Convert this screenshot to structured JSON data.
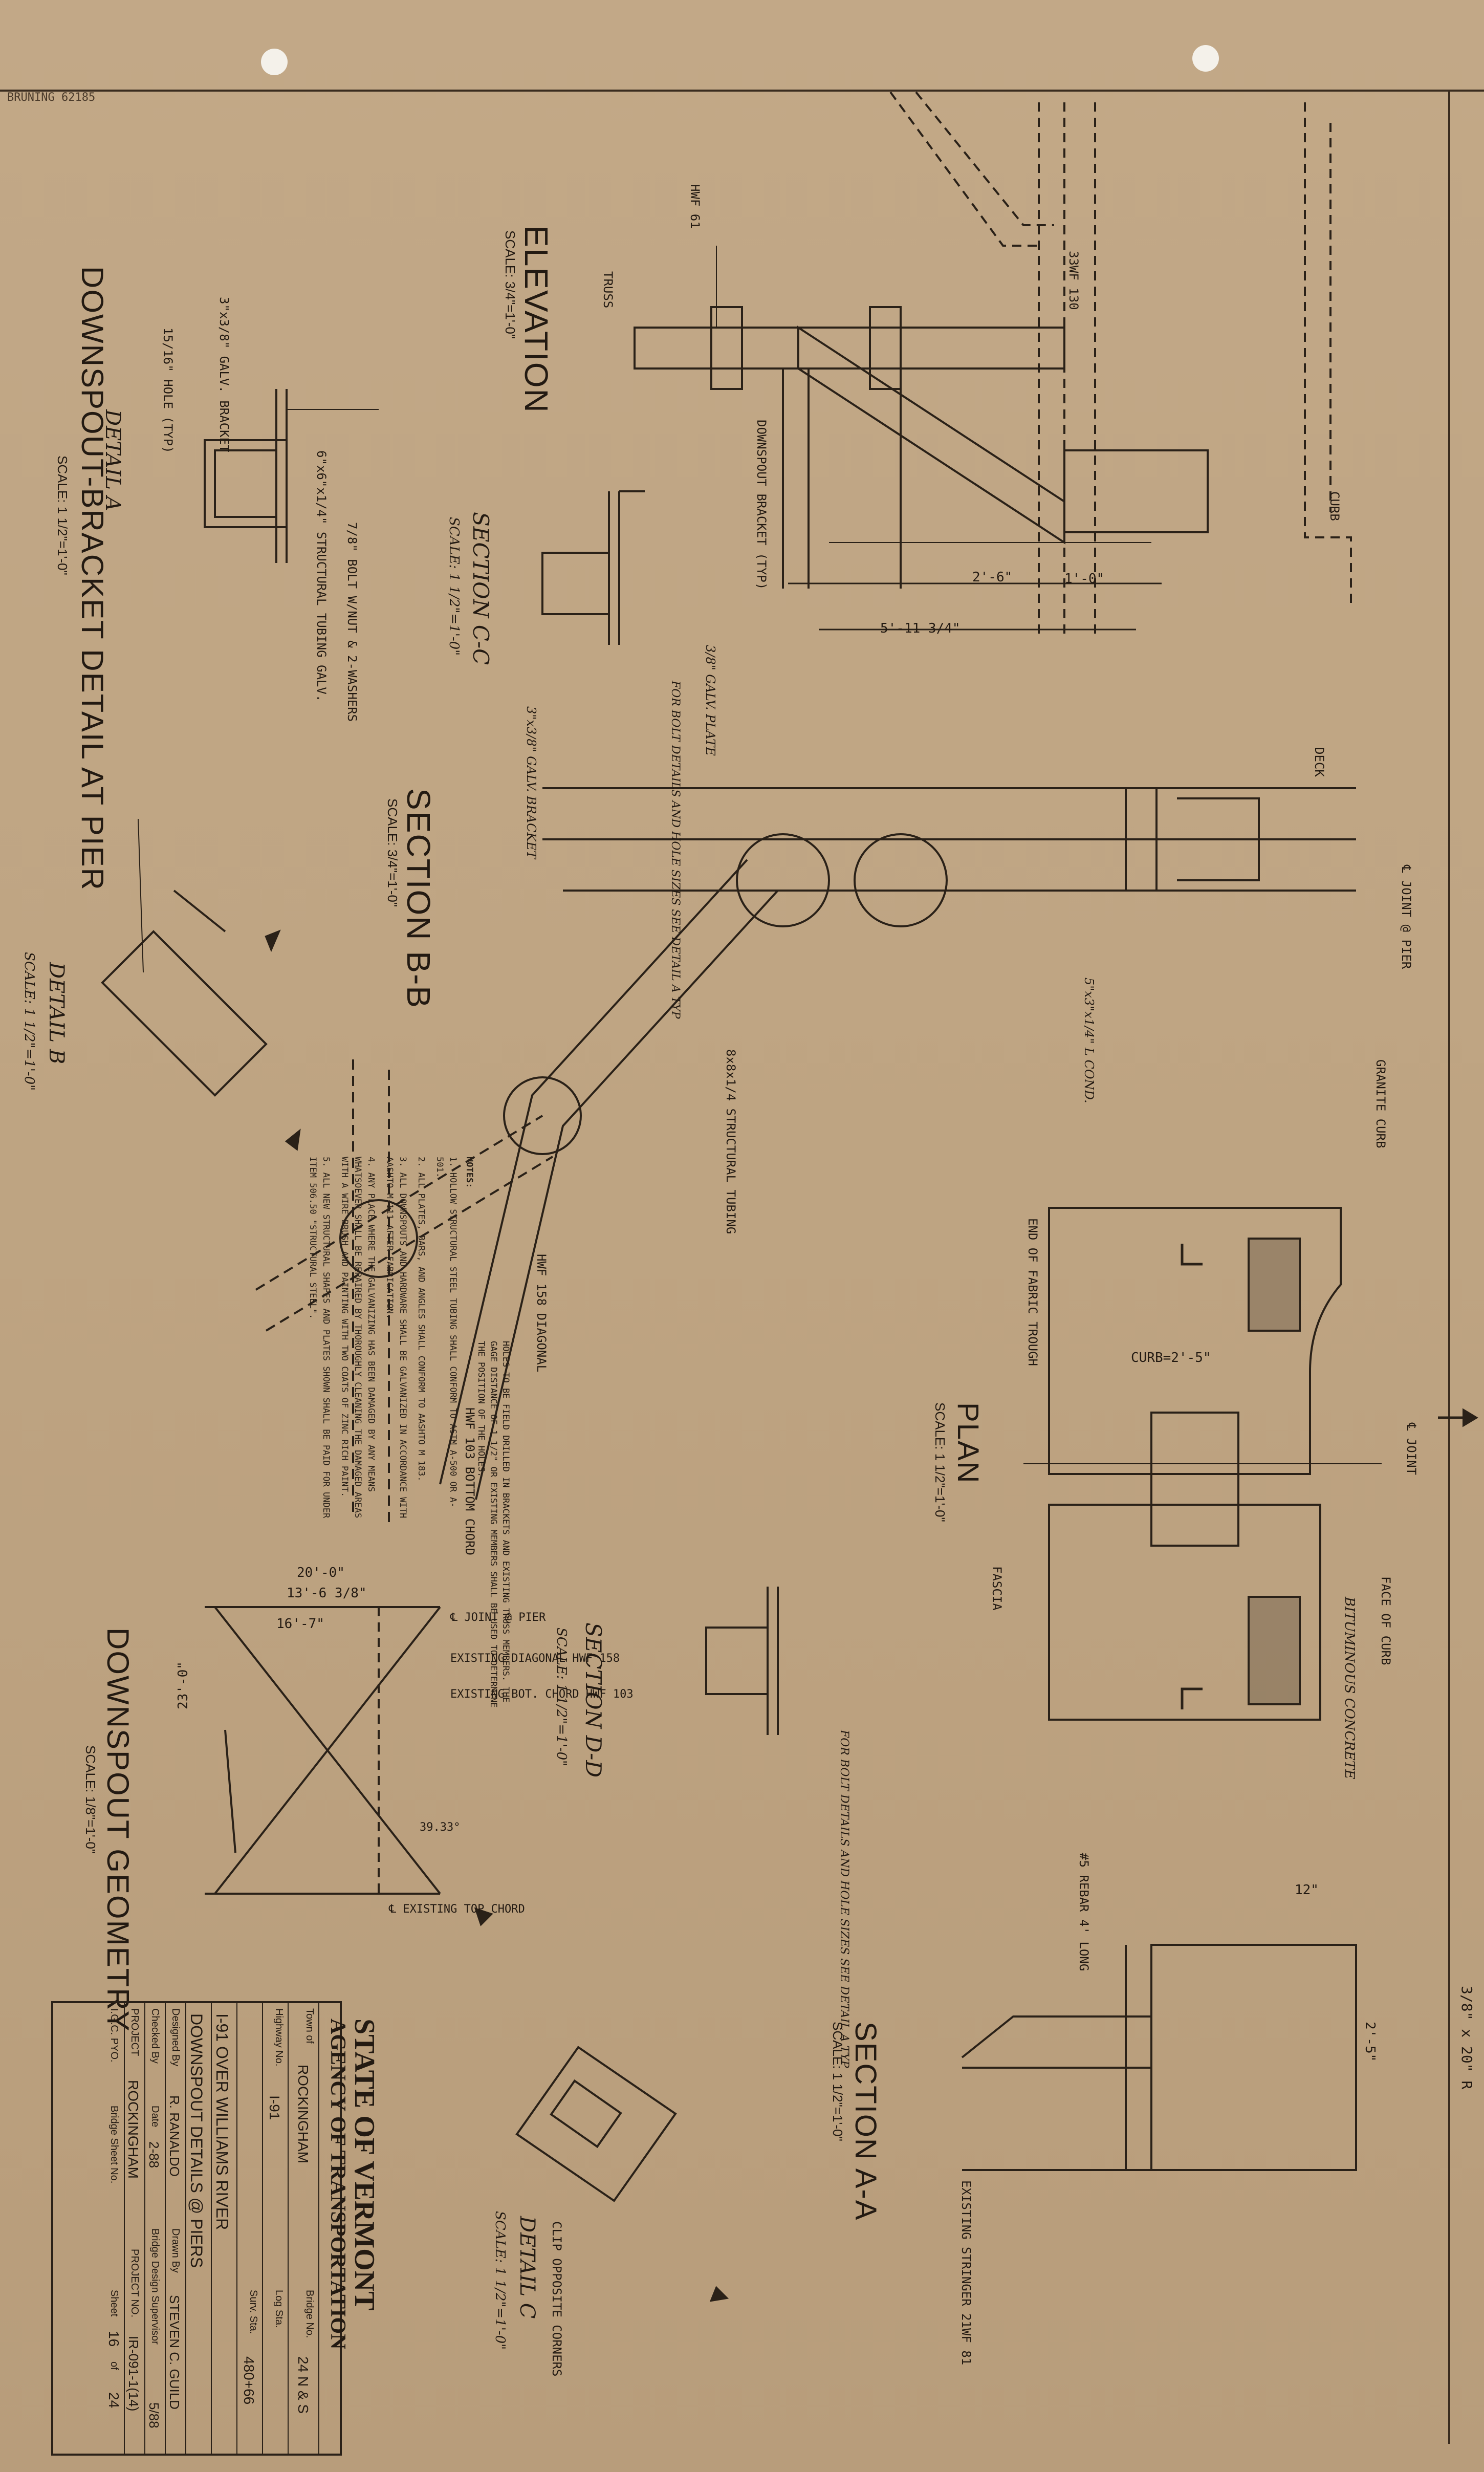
{
  "corner_mark": "BRUNING 62185",
  "titles": {
    "elevation": "ELEVATION",
    "elevation_scale": "SCALE: 3/4\"=1'-0\"",
    "section_bb": "SECTION B-B",
    "section_bb_scale": "SCALE: 3/4\"=1'-0\"",
    "section_cc": "SECTION C-C",
    "section_cc_scale": "SCALE: 1 1/2\"=1'-0\"",
    "detail_a": "DETAIL A",
    "downspout_bracket": "DOWNSPOUT-BRACKET DETAIL AT PIER",
    "downspout_bracket_scale": "SCALE: 1 1/2\"=1'-0\"",
    "detail_b": "DETAIL B",
    "detail_b_scale": "SCALE: 1 1/2\"=1'-0\"",
    "plan": "PLAN",
    "plan_scale": "SCALE: 1 1/2\"=1'-0\"",
    "section_dd": "SECTION D-D",
    "section_dd_scale": "SCALE: 1 1/2\"=1'-0\"",
    "downspout_geometry": "DOWNSPOUT GEOMETRY",
    "downspout_geometry_scale": "SCALE: 1/8\"=1'-0\"",
    "section_aa": "SECTION A-A",
    "section_aa_scale": "SCALE: 1 1/2\"=1'-0\"",
    "detail_c": "DETAIL C",
    "detail_c_scale": "SCALE: 1 1/2\"=1'-0\""
  },
  "labels": {
    "truss": "TRUSS",
    "hwf61": "HWF 61",
    "w33_130": "33WF 130",
    "curb": "CURB",
    "deck": "DECK",
    "downspout_bracket_typ": "DOWNSPOUT BRACKET (TYP)",
    "joint_pier": "℄ JOINT @ PIER",
    "fascia": "FASCIA",
    "granite_curb": "GRANITE CURB",
    "end_fabric_trough": "END OF FABRIC TROUGH",
    "face_of_curb": "FACE OF CURB",
    "bituminous": "BITUMINOUS CONCRETE",
    "joint": "℄ JOINT",
    "existing_stringer": "EXISTING STRINGER 21WF 81",
    "rebar": "#5 REBAR 4' LONG",
    "hwf158": "HWF 158 DIAGONAL",
    "hwf103": "HWF 103 BOTTOM CHORD",
    "structural_tubing": "8x8x1/4 STRUCTURAL TUBING",
    "tubing": "6\"x6\"x1/4\" STRUCTURAL TUBING GALV.",
    "bracket": "3\"x3/8\" GALV. BRACKET",
    "bolt": "7/8\" BOLT W/NUT & 2-WASHERS",
    "hole": "15/16\" HOLE (TYP)",
    "galv_plate": "3/8\" GALV. PLATE",
    "galv_bracket": "3\"x3/8\" GALV. BRACKET",
    "bolt_details": "FOR BOLT DETAILS AND HOLE SIZES SEE DETAIL A TYP",
    "clip": "CLIP OPPOSITE CORNERS",
    "cond": "5\"x3\"x1/4\" L COND.",
    "dim_20": "20'-0\"",
    "dim_13": "13'-6 3/8\"",
    "dim_16": "16'-7\"",
    "dim_23": "23'-0\"",
    "dim_5": "5'-11 3/4\"",
    "dim_2_6": "2'-6\"",
    "dim_2_5": "2'-5\"",
    "dim_1_0": "1'-0\"",
    "dim_12": "12\"",
    "dim_curb": "CURB=2'-5\"",
    "exist_diag": "EXISTING DIAGONAL HWF 158",
    "exist_bot": "EXISTING BOT. CHORD HWF 103",
    "exist_top": "℄ EXISTING TOP CHORD",
    "joint_pier2": "℄ JOINT @ PIER",
    "angle": "39.33°",
    "r_20": "3/8\" x 20\" R",
    "star_note": "HOLES TO BE FIELD DRILLED IN BRACKETS AND EXISTING TRUSS MEMBERS. THE GAGE DISTANCE OF 1 1/2\" OR EXISTING MEMBERS SHALL BE USED TO DETERMINE THE POSITION OF THE HOLES."
  },
  "notes": {
    "heading": "NOTES:",
    "items": [
      "1. HOLLOW STRUCTURAL STEEL TUBING SHALL CONFORM TO ASTM A-500 OR A-501.",
      "2. ALL PLATES, BARS, AND ANGLES SHALL CONFORM TO AASHTO M 183.",
      "3. ALL DOWNSPOUTS AND HARDWARE SHALL BE GALVANIZED IN ACCORDANCE WITH AASHTO M-111 AFTER FABRICATION.",
      "4. ANY PLACE WHERE THE GALVANIZING HAS BEEN DAMAGED BY ANY MEANS WHATSOEVER SHALL BE REPAIRED BY THOROUGHLY CLEANING THE DAMAGED AREAS WITH A WIRE BRUSH AND PAINTING WITH TWO COATS OF ZINC RICH PAINT.",
      "5. ALL NEW STRUCTURAL SHAPES AND PLATES SHOWN SHALL BE PAID FOR UNDER ITEM 506.50 \"STRUCTURAL STEEL\"."
    ]
  },
  "title_block": {
    "agency_1": "STATE OF VERMONT",
    "agency_2": "AGENCY OF TRANSPORTATION",
    "town_label": "Town of",
    "town": "ROCKINGHAM",
    "bridge_no_label": "Bridge No.",
    "bridge_no": "24 N & S",
    "highway_label": "Highway No.",
    "highway": "I-91",
    "log_sta_label": "Log Sta.",
    "surv_sta_label": "Surv. Sta.",
    "surv_sta": "480+66",
    "project_title_1": "I-91 OVER WILLIAMS RIVER",
    "project_title_2": "DOWNSPOUT DETAILS @ PIERS",
    "designed_label": "Designed By",
    "designed": "R. RANALDO",
    "drawn_label": "Drawn By",
    "drawn": "STEVEN C. GUILD",
    "checked_label": "Checked By",
    "date_label": "Date",
    "date": "2-88",
    "bridge_design_label": "Bridge Design Supervisor",
    "date2": "5/88",
    "project_label": "PROJECT",
    "project": "ROCKINGHAM",
    "project_no_label": "PROJECT NO.",
    "project_no": "IR-091-1(14)",
    "file": "I.G.C. PYO.",
    "bridge_sheet_label": "Bridge Sheet No.",
    "sheet_label": "Sheet",
    "sheet": "16",
    "of_label": "of",
    "sheet_total": "24"
  }
}
